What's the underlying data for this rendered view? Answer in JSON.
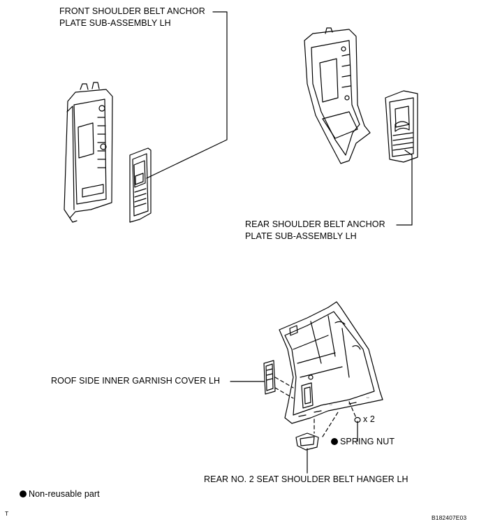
{
  "labels": {
    "front_anchor_line1": "FRONT SHOULDER BELT ANCHOR",
    "front_anchor_line2": "PLATE SUB-ASSEMBLY LH",
    "rear_anchor_line1": "REAR SHOULDER BELT ANCHOR",
    "rear_anchor_line2": "PLATE SUB-ASSEMBLY LH",
    "roof_side_cover": "ROOF SIDE INNER GARNISH COVER LH",
    "quantity": "x 2",
    "spring_nut": "SPRING NUT",
    "hanger": "REAR NO. 2 SEAT SHOULDER BELT HANGER LH"
  },
  "legend": {
    "non_reusable": "Non-reusable part"
  },
  "footer": {
    "corner_letter": "T",
    "figure_code": "B182407E03"
  }
}
